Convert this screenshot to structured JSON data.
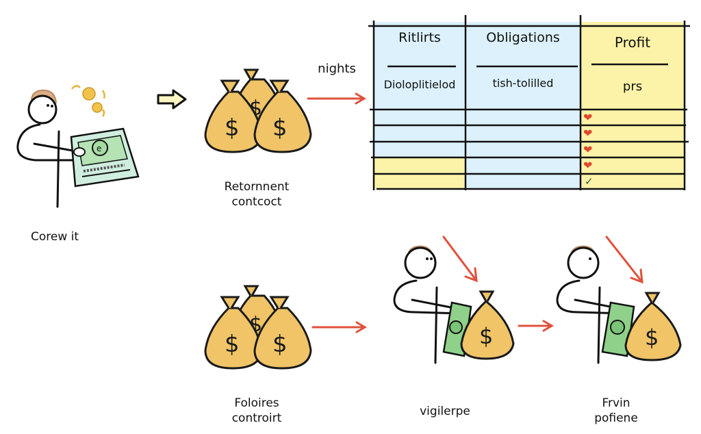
{
  "diagram": {
    "title": "",
    "steps": {
      "person_with_cash": {
        "label": "Corew it",
        "icon": "person-holding-banknote-icon"
      },
      "bags_top": {
        "label_line1": "Retornnent",
        "label_line2": "contcoct",
        "icon": "money-bags-icon"
      },
      "arrow_top_label": "nights",
      "bags_bottom": {
        "label_line1": "Foloires",
        "label_line2": "controirt",
        "icon": "money-bags-icon"
      },
      "person_bag_1": {
        "label": "vigilerpe",
        "icon": "person-with-cash-and-bag-icon"
      },
      "person_bag_2": {
        "label_line1": "Frvin",
        "label_line2": "pofiene",
        "icon": "person-with-cash-and-bag-icon"
      }
    },
    "table": {
      "columns": [
        {
          "header": "Ritlirts",
          "subheader": "Dioloplitielod"
        },
        {
          "header": "Obligations",
          "subheader": "tish-tolilled"
        },
        {
          "header": "Profit",
          "subheader": "prs"
        }
      ],
      "rows": [
        {
          "marker": "down-arrow-mark",
          "marker_color": "#e04a2c"
        },
        {
          "marker": "down-arrow-mark",
          "marker_color": "#e04a2c"
        },
        {
          "marker": "down-arrow-mark",
          "marker_color": "#e04a2c"
        },
        {
          "marker": "down-arrow-mark",
          "marker_color": "#e04a2c"
        },
        {
          "marker": "check-mark",
          "marker_color": "#1f5a3c"
        }
      ]
    },
    "colors": {
      "table_blue": "#dcf1fb",
      "table_yellow": "#fcf3a8",
      "bag_gold": "#f0c467",
      "arrow_red": "#e0503a",
      "bill_green": "#a9dfa6",
      "hair": "#d9a677"
    }
  }
}
